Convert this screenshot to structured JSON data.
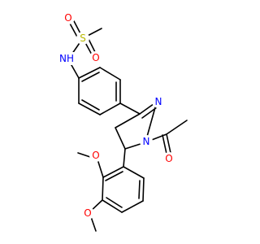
{
  "atom_labels": {
    "o_sulfonyl_top": "O",
    "s_sulfonyl": "S",
    "o_sulfonyl_bottom": "O",
    "nh_sulfonamide": "NH",
    "n_ring_imine": "N",
    "n_ring_amide": "N",
    "o_acetyl": "O",
    "o_methoxy_top": "O",
    "o_methoxy_bottom": "O"
  },
  "colors": {
    "bond": "#000000",
    "oxygen": "#ff0000",
    "nitrogen": "#0000ff",
    "sulfur": "#b8b800"
  }
}
